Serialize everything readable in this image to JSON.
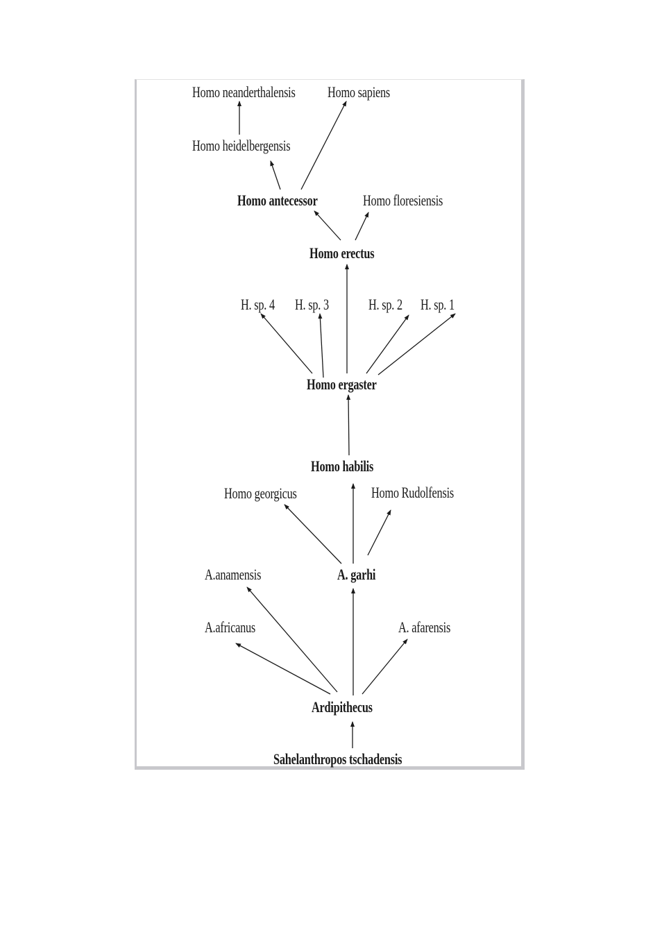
{
  "diagram": {
    "nodes": {
      "neanderthalensis": "Homo  neanderthalensis",
      "sapiens": "Homo   sapiens",
      "heidelbergensis": "Homo heidelbergensis",
      "antecessor": "Homo antecessor",
      "floresiensis": "Homo floresiensis",
      "erectus": "Homo erectus",
      "sp4": "H. sp. 4",
      "sp3": "H. sp. 3",
      "sp2": "H. sp. 2",
      "sp1": "H. sp. 1",
      "ergaster": "Homo ergaster",
      "habilis": "Homo habilis",
      "georgicus": "Homo georgicus",
      "rudolfensis": "Homo  Rudolfensis",
      "anamensis": "A.anamensis",
      "garhi": "A. garhi",
      "africanus": "A.africanus",
      "afarensis": "A. afarensis",
      "ardipithecus": "Ardipithecus",
      "sahelanthropus": "Sahelanthropos  tschadensis"
    },
    "edges": [
      [
        "heidelbergensis",
        "neanderthalensis"
      ],
      [
        "antecessor",
        "heidelbergensis"
      ],
      [
        "antecessor",
        "sapiens"
      ],
      [
        "erectus",
        "antecessor"
      ],
      [
        "erectus",
        "floresiensis"
      ],
      [
        "ergaster",
        "erectus"
      ],
      [
        "ergaster",
        "sp4"
      ],
      [
        "ergaster",
        "sp3"
      ],
      [
        "ergaster",
        "sp2"
      ],
      [
        "ergaster",
        "sp1"
      ],
      [
        "habilis",
        "ergaster"
      ],
      [
        "garhi",
        "habilis"
      ],
      [
        "garhi",
        "georgicus"
      ],
      [
        "garhi",
        "rudolfensis"
      ],
      [
        "ardipithecus",
        "garhi"
      ],
      [
        "ardipithecus",
        "anamensis"
      ],
      [
        "ardipithecus",
        "africanus"
      ],
      [
        "ardipithecus",
        "afarensis"
      ],
      [
        "sahelanthropus",
        "ardipithecus"
      ]
    ]
  }
}
